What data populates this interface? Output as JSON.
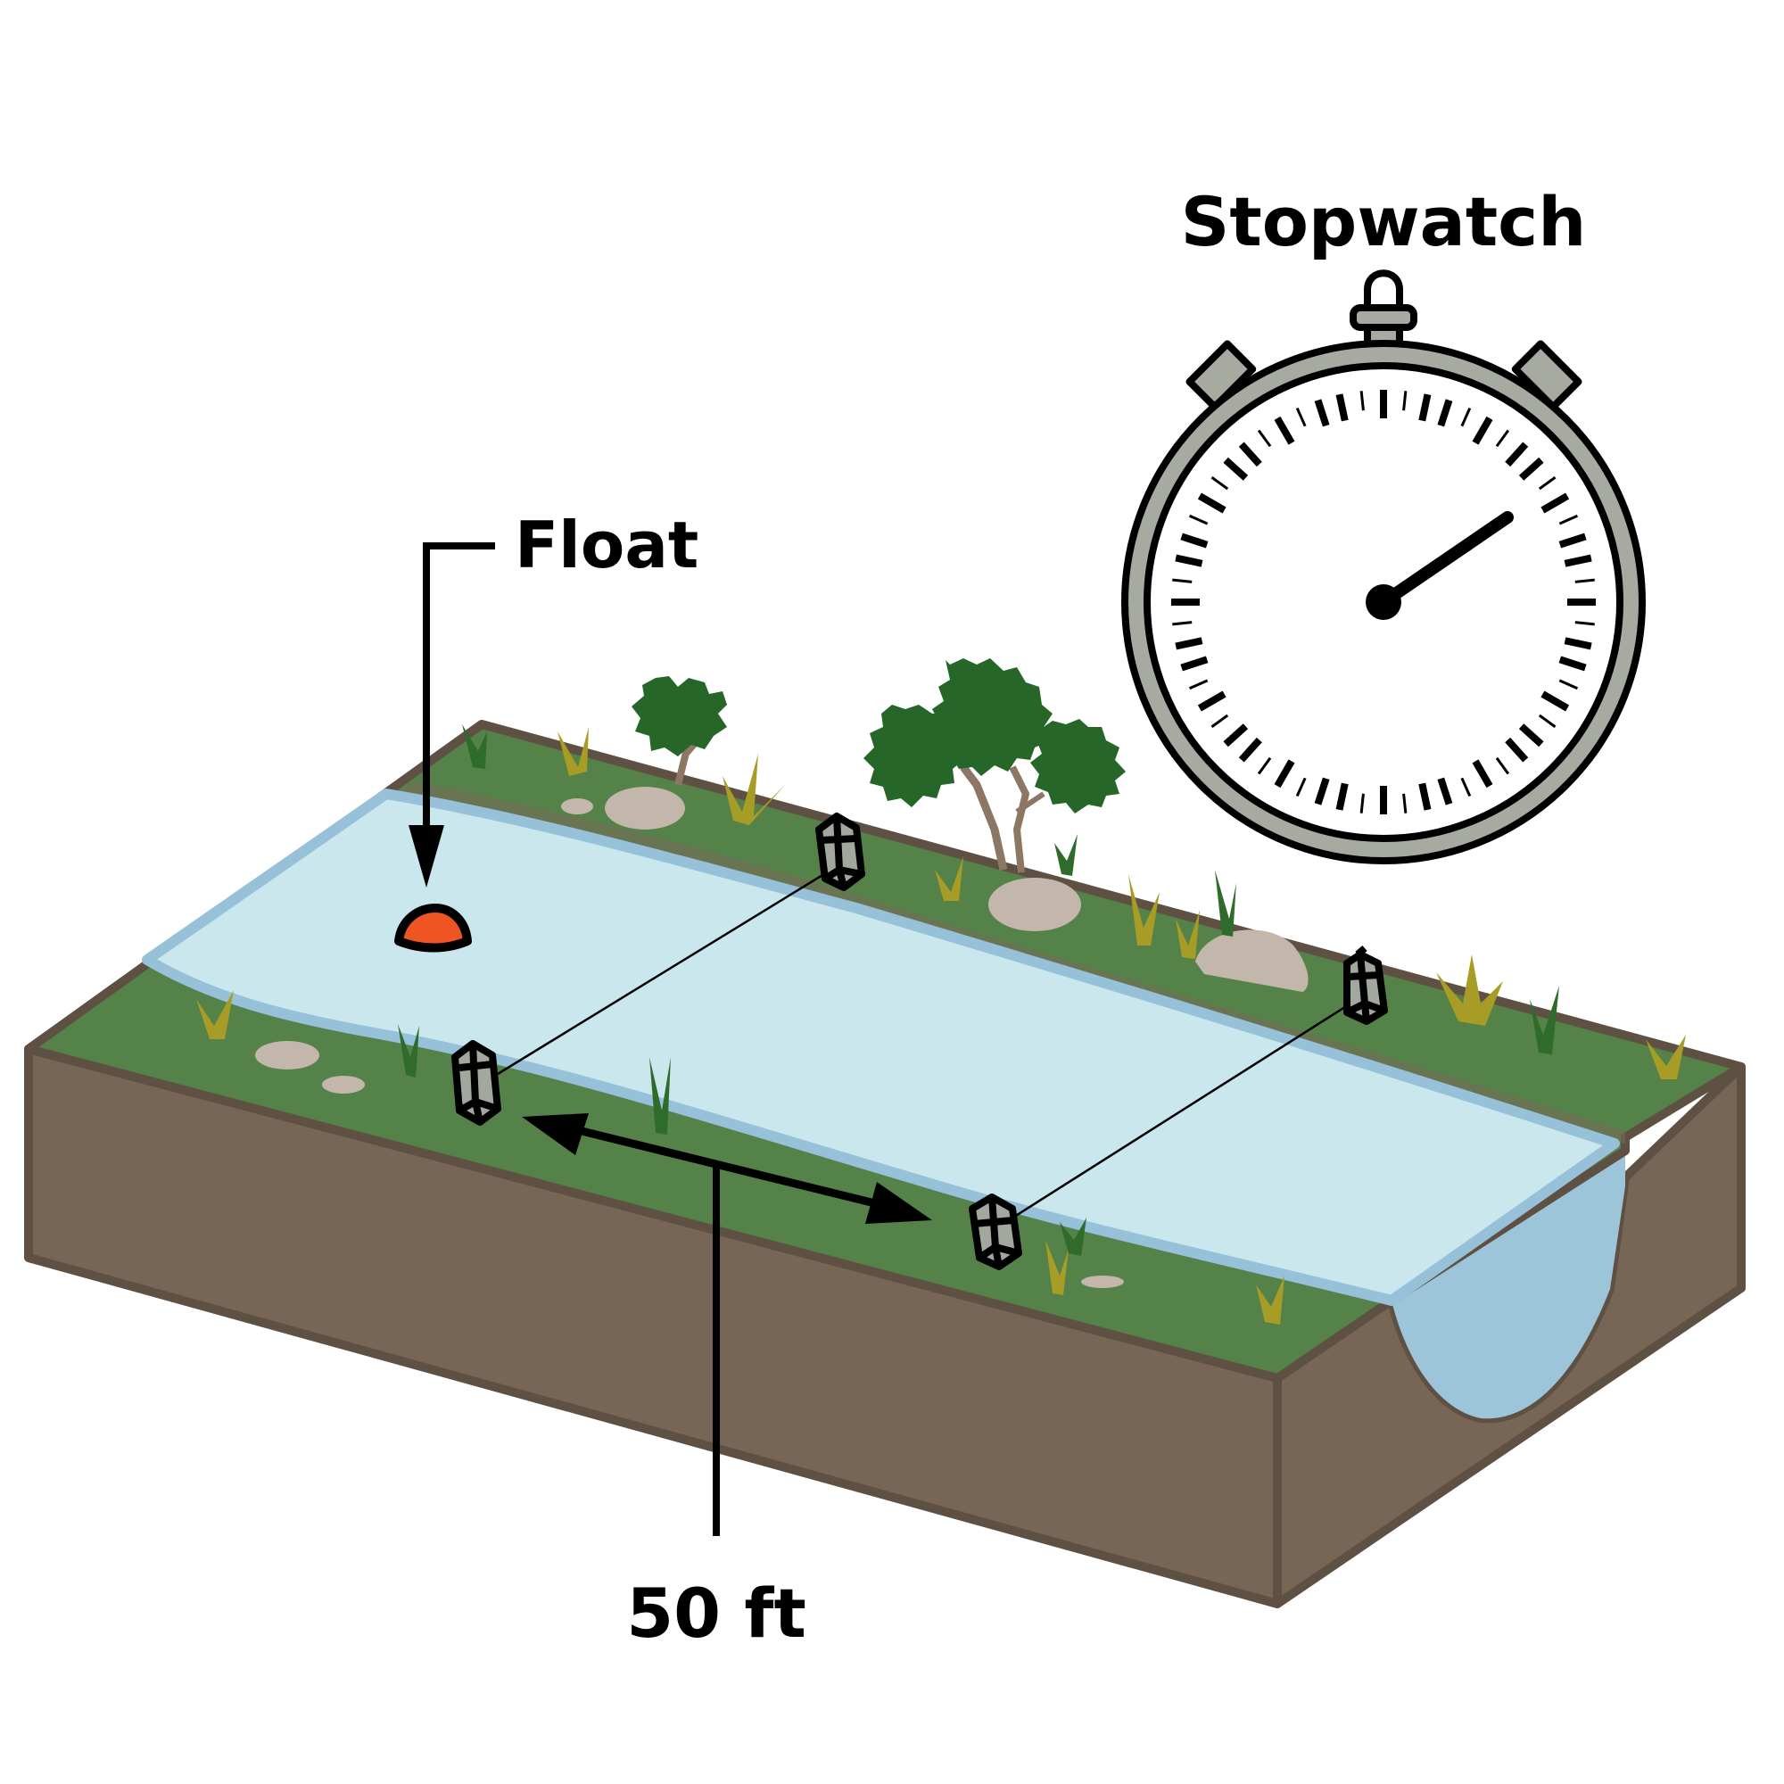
{
  "labels": {
    "stopwatch": "Stopwatch",
    "float": "Float",
    "distance": "50 ft"
  },
  "colors": {
    "soil": "#776656",
    "soil_outline": "#5f5044",
    "grass": "#548249",
    "water": "#c9e7ec",
    "water_edge": "#97c0d9",
    "float": "#ee5522",
    "tree": "#266628",
    "rock": "#c2b7aa",
    "watch_rim": "#a6aaa0"
  },
  "icons": {
    "stopwatch": "stopwatch-icon",
    "float": "float-icon",
    "stake": "survey-stake-icon",
    "tree": "tree-icon",
    "rock": "rock-icon",
    "grass": "grass-tuft-icon"
  }
}
